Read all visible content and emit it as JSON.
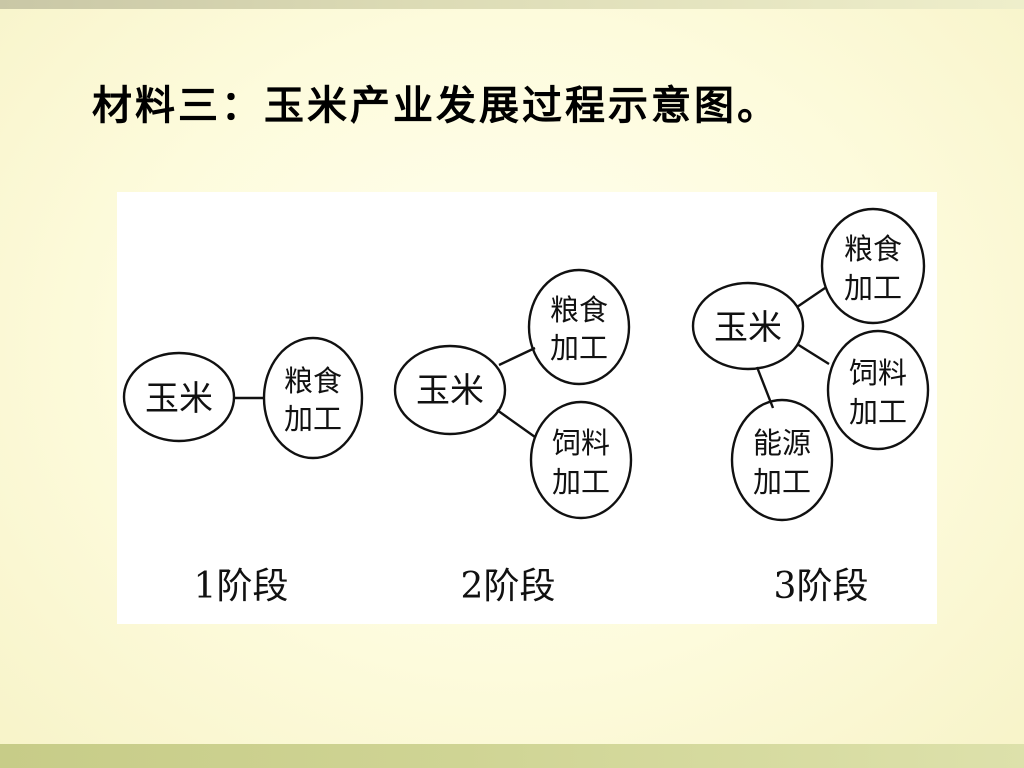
{
  "slide": {
    "title": "材料三：玉米产业发展过程示意图。"
  },
  "diagram": {
    "stages": [
      {
        "label": "1阶段",
        "center": "玉米",
        "branches": [
          {
            "line1": "粮食",
            "line2": "加工"
          }
        ]
      },
      {
        "label": "2阶段",
        "center": "玉米",
        "branches": [
          {
            "line1": "粮食",
            "line2": "加工"
          },
          {
            "line1": "饲料",
            "line2": "加工"
          }
        ]
      },
      {
        "label": "3阶段",
        "center": "玉米",
        "branches": [
          {
            "line1": "粮食",
            "line2": "加工"
          },
          {
            "line1": "饲料",
            "line2": "加工"
          },
          {
            "line1": "能源",
            "line2": "加工"
          }
        ]
      }
    ]
  },
  "colors": {
    "background": "#fdfbdc",
    "figure_background": "#ffffff",
    "stroke": "#111111"
  }
}
